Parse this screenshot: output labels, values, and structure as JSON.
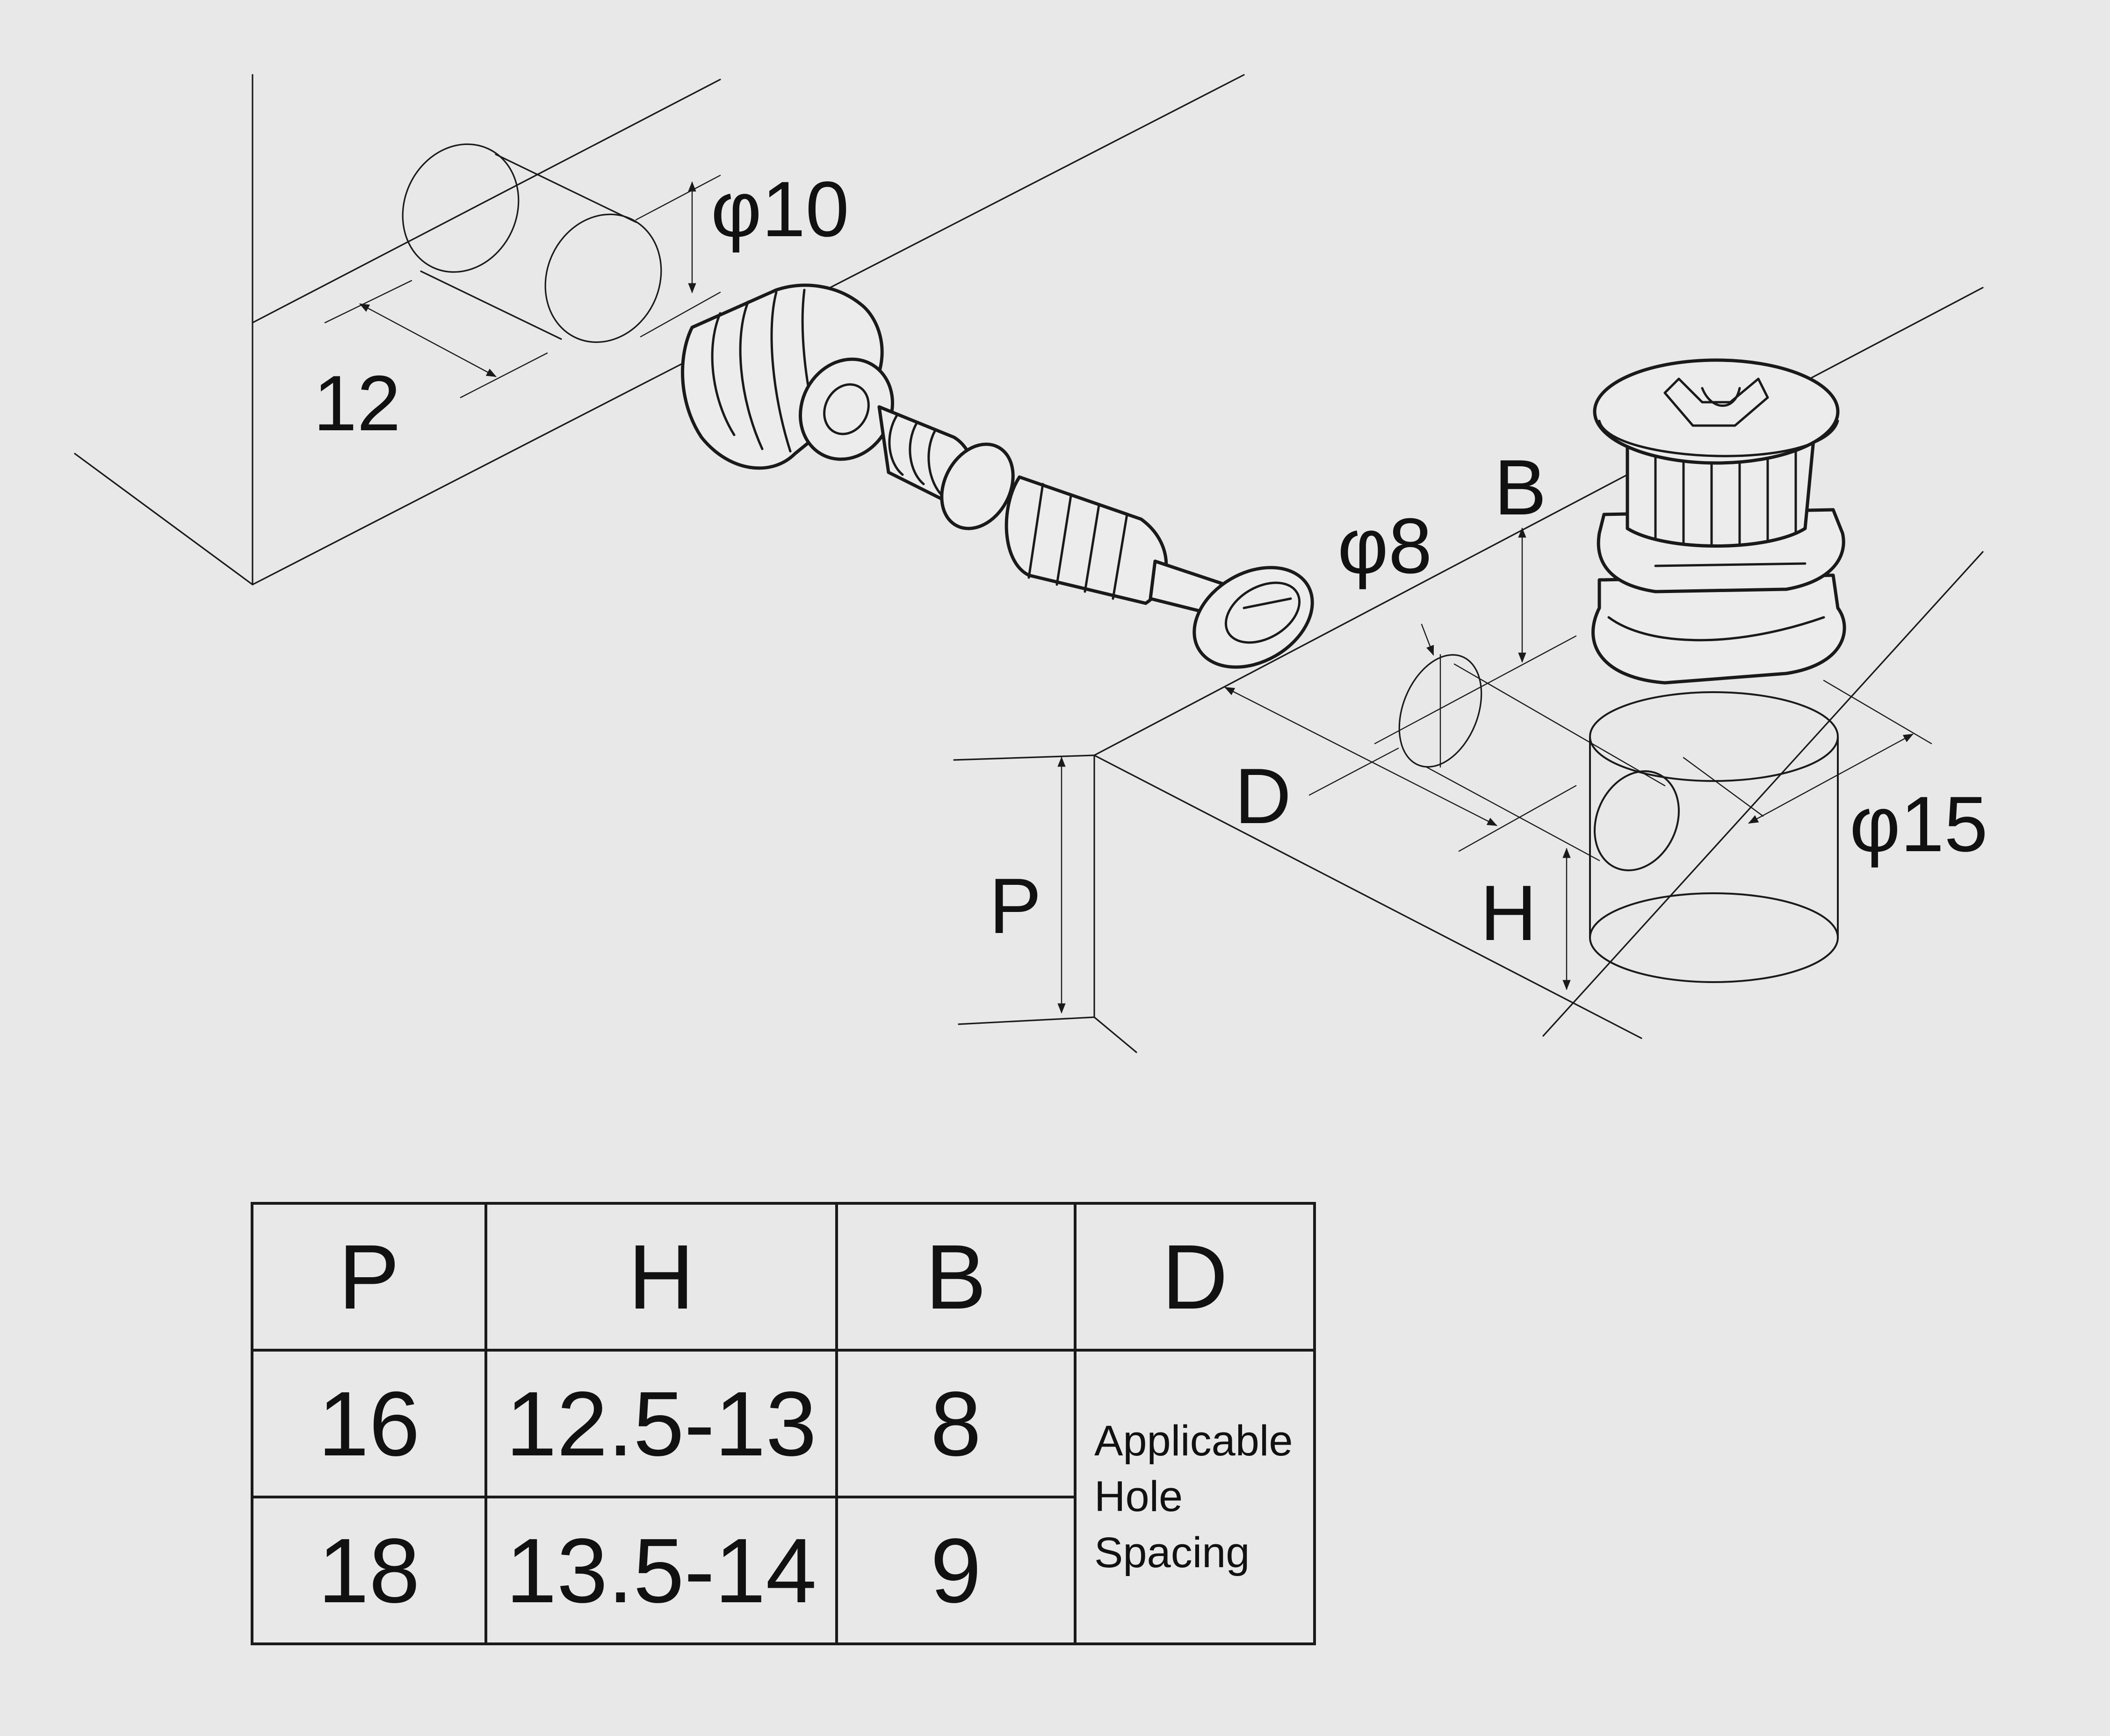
{
  "labels": {
    "dia_top": "φ10",
    "len_top": "12",
    "dia_bolt_hole": "φ8",
    "b": "B",
    "d": "D",
    "p": "P",
    "h": "H",
    "dia_cam": "φ15"
  },
  "table": {
    "headers": [
      "P",
      "H",
      "B",
      "D"
    ],
    "rows": [
      [
        "16",
        "12.5-13",
        "8"
      ],
      [
        "18",
        "13.5-14",
        "9"
      ]
    ],
    "d_note": [
      "Applicable",
      "Hole",
      "Spacing"
    ]
  }
}
